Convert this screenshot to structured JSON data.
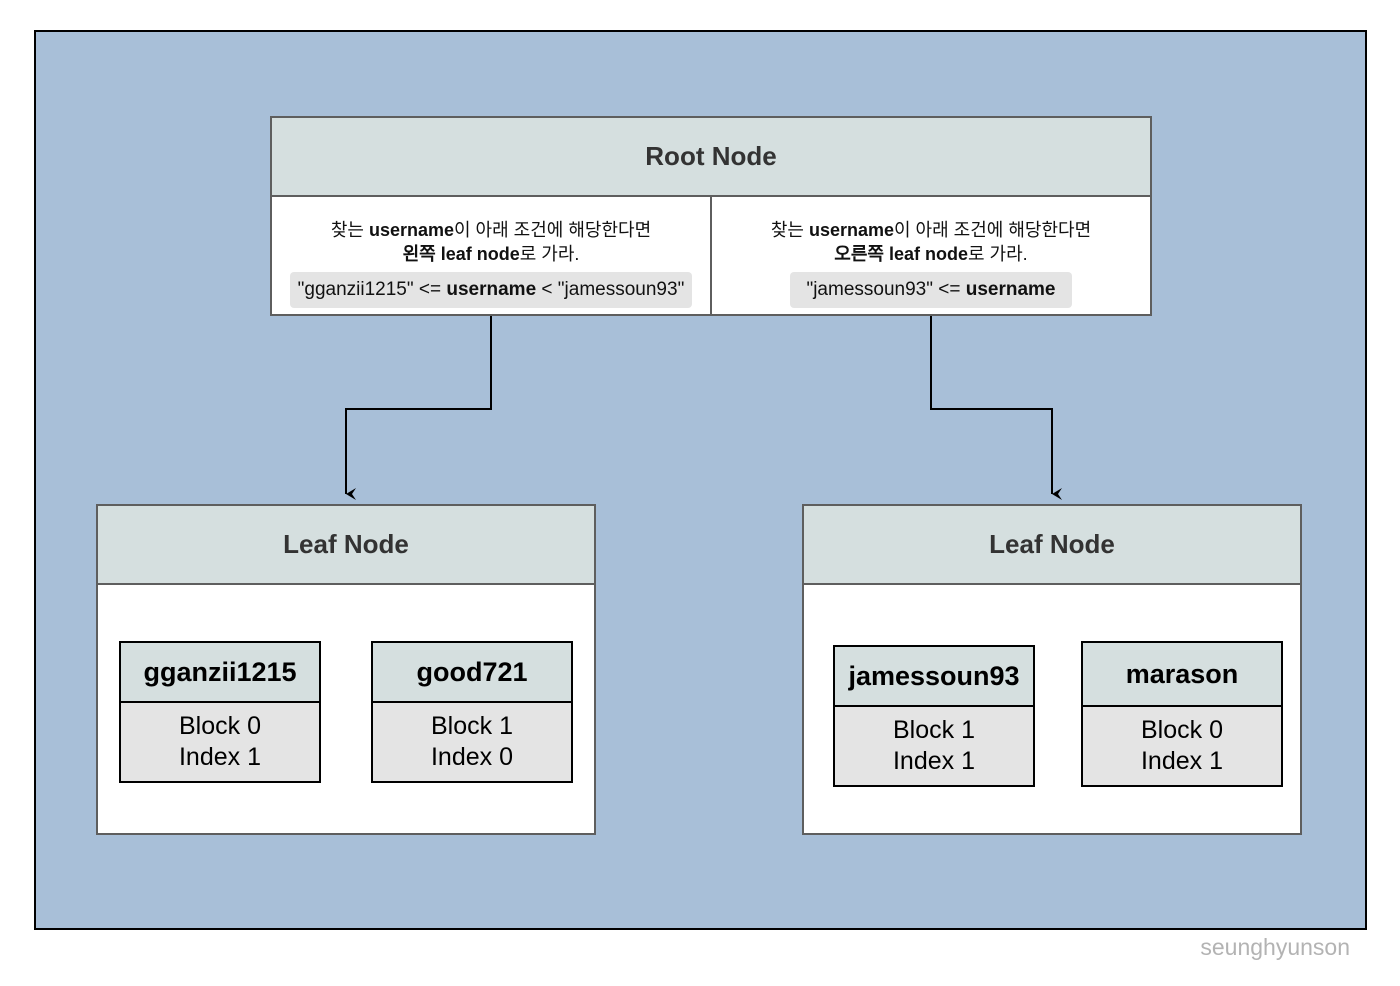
{
  "root": {
    "title": "Root Node",
    "left_condition": {
      "line1_pre": "찾는 ",
      "line1_bold": "username",
      "line1_post": "이 아래 조건에 해당한다면",
      "line2_bold": "왼쪽 leaf node",
      "line2_post": "로 가라.",
      "expr_pre": "\"gganzii1215\" <= ",
      "expr_bold": "username",
      "expr_post": " < \"jamessoun93\""
    },
    "right_condition": {
      "line1_pre": "찾는 ",
      "line1_bold": "username",
      "line1_post": "이 아래 조건에 해당한다면",
      "line2_bold": "오른쪽 leaf node",
      "line2_post": "로 가라.",
      "expr_pre": "\"jamessoun93\" <= ",
      "expr_bold": "username"
    }
  },
  "leaves": [
    {
      "title": "Leaf Node",
      "keys": [
        {
          "name": "gganzii1215",
          "block": "Block 0",
          "index": "Index 1"
        },
        {
          "name": "good721",
          "block": "Block 1",
          "index": "Index 0"
        }
      ]
    },
    {
      "title": "Leaf Node",
      "keys": [
        {
          "name": "jamessoun93",
          "block": "Block 1",
          "index": "Index 1"
        },
        {
          "name": "marason",
          "block": "Block 0",
          "index": "Index 1"
        }
      ]
    }
  ],
  "watermark": "seunghyunson",
  "colors": {
    "background": "#a8bfd8",
    "header_fill": "#d5dfdf",
    "value_fill": "#e4e4e4",
    "border": "#5e5e5e"
  }
}
